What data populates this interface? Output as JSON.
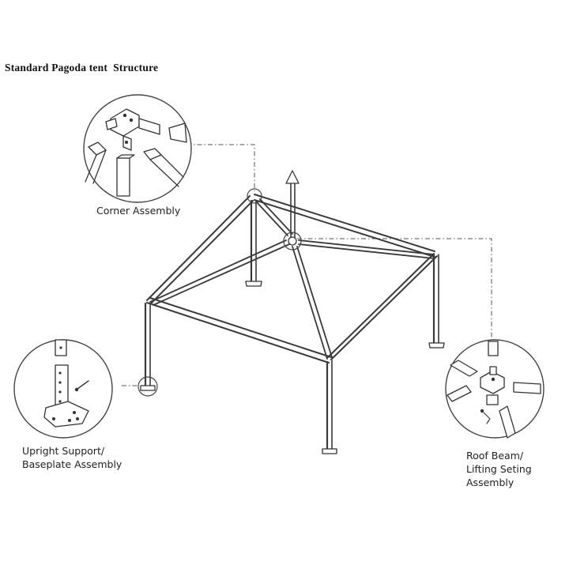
{
  "title": "Standard Pagoda tent  Structure",
  "labels": {
    "corner": "Corner Assembly",
    "upright_line1": "Upright Support/",
    "upright_line2": "Baseplate Assembly",
    "roof_line1": "Roof Beam/",
    "roof_line2": "Lifting Seting",
    "roof_line3": "Assembly"
  }
}
